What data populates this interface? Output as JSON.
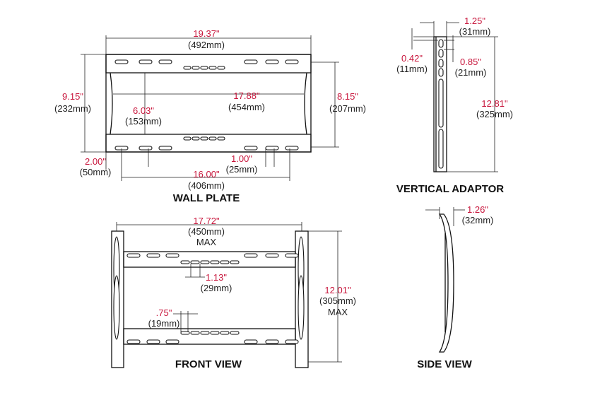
{
  "wall_plate": {
    "title": "WALL PLATE",
    "width": {
      "in": "19.37\"",
      "mm": "(492mm)"
    },
    "height": {
      "in": "9.15\"",
      "mm": "(232mm)"
    },
    "inner_height": {
      "in": "8.15\"",
      "mm": "(207mm)"
    },
    "inner_width": {
      "in": "17.88\"",
      "mm": "(454mm)"
    },
    "rail_spacing": {
      "in": "6.03\"",
      "mm": "(153mm)"
    },
    "edge_offset": {
      "in": "2.00\"",
      "mm": "(50mm)"
    },
    "slot_spacing": {
      "in": "16.00\"",
      "mm": "(406mm)"
    },
    "slot_width": {
      "in": "1.00\"",
      "mm": "(25mm)"
    }
  },
  "vertical_adaptor": {
    "title": "VERTICAL ADAPTOR",
    "width": {
      "in": "1.25\"",
      "mm": "(31mm)"
    },
    "top_offset": {
      "in": "0.42\"",
      "mm": "(11mm)"
    },
    "hole_pitch": {
      "in": "0.85\"",
      "mm": "(21mm)"
    },
    "height": {
      "in": "12.81\"",
      "mm": "(325mm)"
    }
  },
  "front_view": {
    "title": "FRONT VIEW",
    "max_width": {
      "in": "17.72\"",
      "mm": "(450mm)",
      "note": "MAX"
    },
    "top_slot": {
      "in": "1.13\"",
      "mm": "(29mm)"
    },
    "bottom_slot": {
      "in": ".75\"",
      "mm": "(19mm)"
    },
    "max_height": {
      "in": "12.01\"",
      "mm": "(305mm)",
      "note": "MAX"
    }
  },
  "side_view": {
    "title": "SIDE VIEW",
    "depth": {
      "in": "1.26\"",
      "mm": "(32mm)"
    }
  }
}
